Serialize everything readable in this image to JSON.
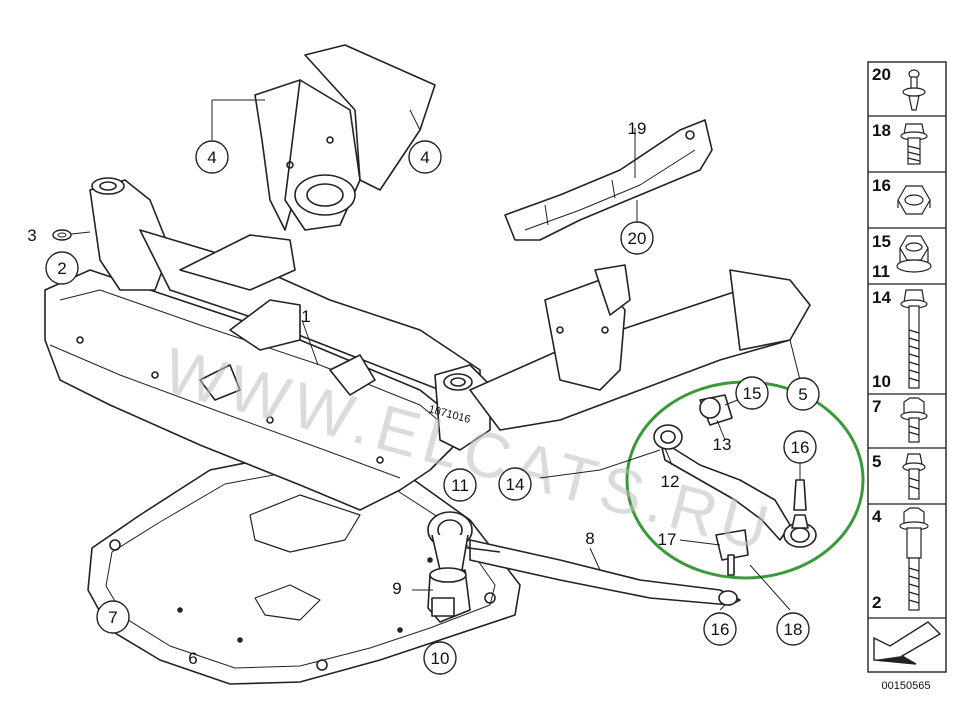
{
  "diagram": {
    "callouts": {
      "c1": "1",
      "c2": "2",
      "c3": "3",
      "c4a": "4",
      "c4b": "4",
      "c5": "5",
      "c6": "6",
      "c7": "7",
      "c8": "8",
      "c9": "9",
      "c10": "10",
      "c11": "11",
      "c12": "12",
      "c13": "13",
      "c14": "14",
      "c15": "15",
      "c16a": "16",
      "c16b": "16",
      "c17": "17",
      "c18": "18",
      "c19": "19",
      "c20": "20"
    },
    "watermark": "WWW.ELCATS.RU",
    "watermark_small": "1871016",
    "highlight_color": "#3a9a3a"
  },
  "sidebar": {
    "rows": [
      {
        "label": "20",
        "icon": "rivet-icon"
      },
      {
        "label": "18",
        "icon": "flange-bolt-short-icon"
      },
      {
        "label": "16",
        "icon": "hex-nut-icon"
      },
      {
        "label": "15",
        "label2": "11",
        "icon": "flange-nut-icon"
      },
      {
        "label": "14",
        "label2": "10",
        "icon": "long-bolt-icon"
      },
      {
        "label": "7",
        "icon": "flange-bolt-icon"
      },
      {
        "label": "5",
        "icon": "bolt-washer-icon"
      },
      {
        "label": "4",
        "label2": "2",
        "icon": "stepped-bolt-icon"
      }
    ],
    "direction_icon": "arrow-icon"
  },
  "reference_number": "00150565"
}
